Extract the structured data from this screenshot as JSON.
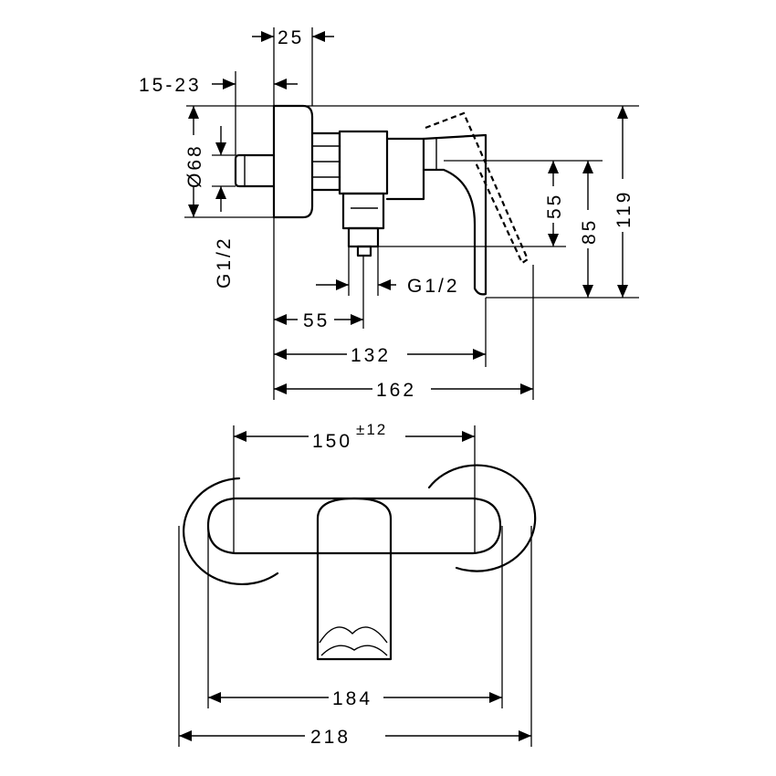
{
  "side_view": {
    "dim_25": "25",
    "dim_15_23": "15-23",
    "dim_d68": "Ø68",
    "dim_g12_left": "G1/2",
    "dim_g12_bottom": "G1/2",
    "dim_55_right": "55",
    "dim_85": "85",
    "dim_119": "119",
    "dim_55_bottom": "55",
    "dim_132": "132",
    "dim_162": "162"
  },
  "front_view": {
    "dim_150": "150",
    "dim_150_tol": "±12",
    "dim_184": "184",
    "dim_218": "218"
  }
}
